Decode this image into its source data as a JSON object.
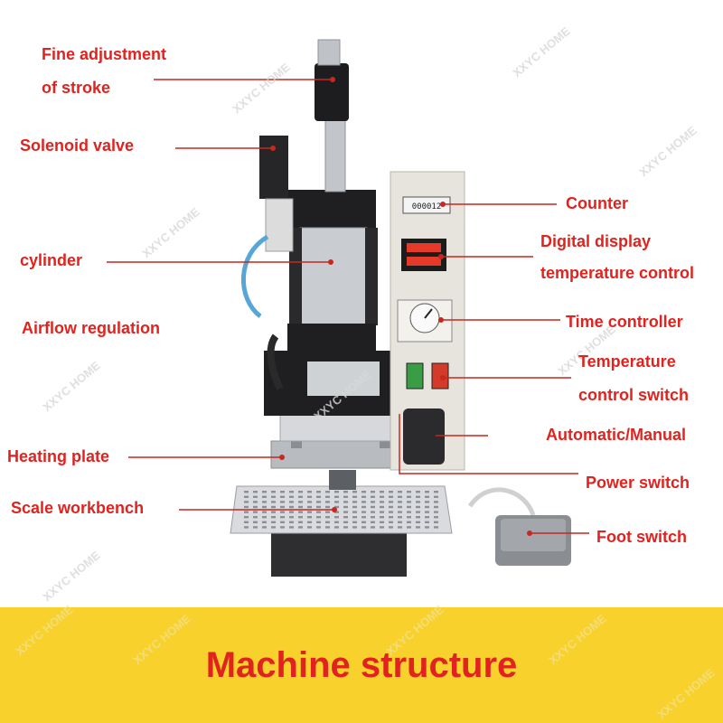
{
  "labels": {
    "fine_adjustment_1": "Fine adjustment",
    "fine_adjustment_2": "of stroke",
    "solenoid_valve": "Solenoid valve",
    "cylinder": "cylinder",
    "airflow_regulation": "Airflow regulation",
    "heating_plate": "Heating plate",
    "scale_workbench": "Scale workbench",
    "counter": "Counter",
    "digital_display_1": "Digital display",
    "digital_display_2": "temperature control",
    "time_controller": "Time controller",
    "temperature_switch_1": "Temperature",
    "temperature_switch_2": "control switch",
    "automatic_manual": "Automatic/Manual",
    "power_switch": "Power switch",
    "foot_switch": "Foot switch"
  },
  "device": {
    "counter_reading": "000012"
  },
  "banner": {
    "title": "Machine structure"
  },
  "watermark": "XXYC HOME",
  "colors": {
    "label_red": "#e0231e",
    "banner_yellow": "#f8d12c",
    "machine_frame": "#e6e4dc",
    "cylinder_metal": "#c9ccd0"
  }
}
